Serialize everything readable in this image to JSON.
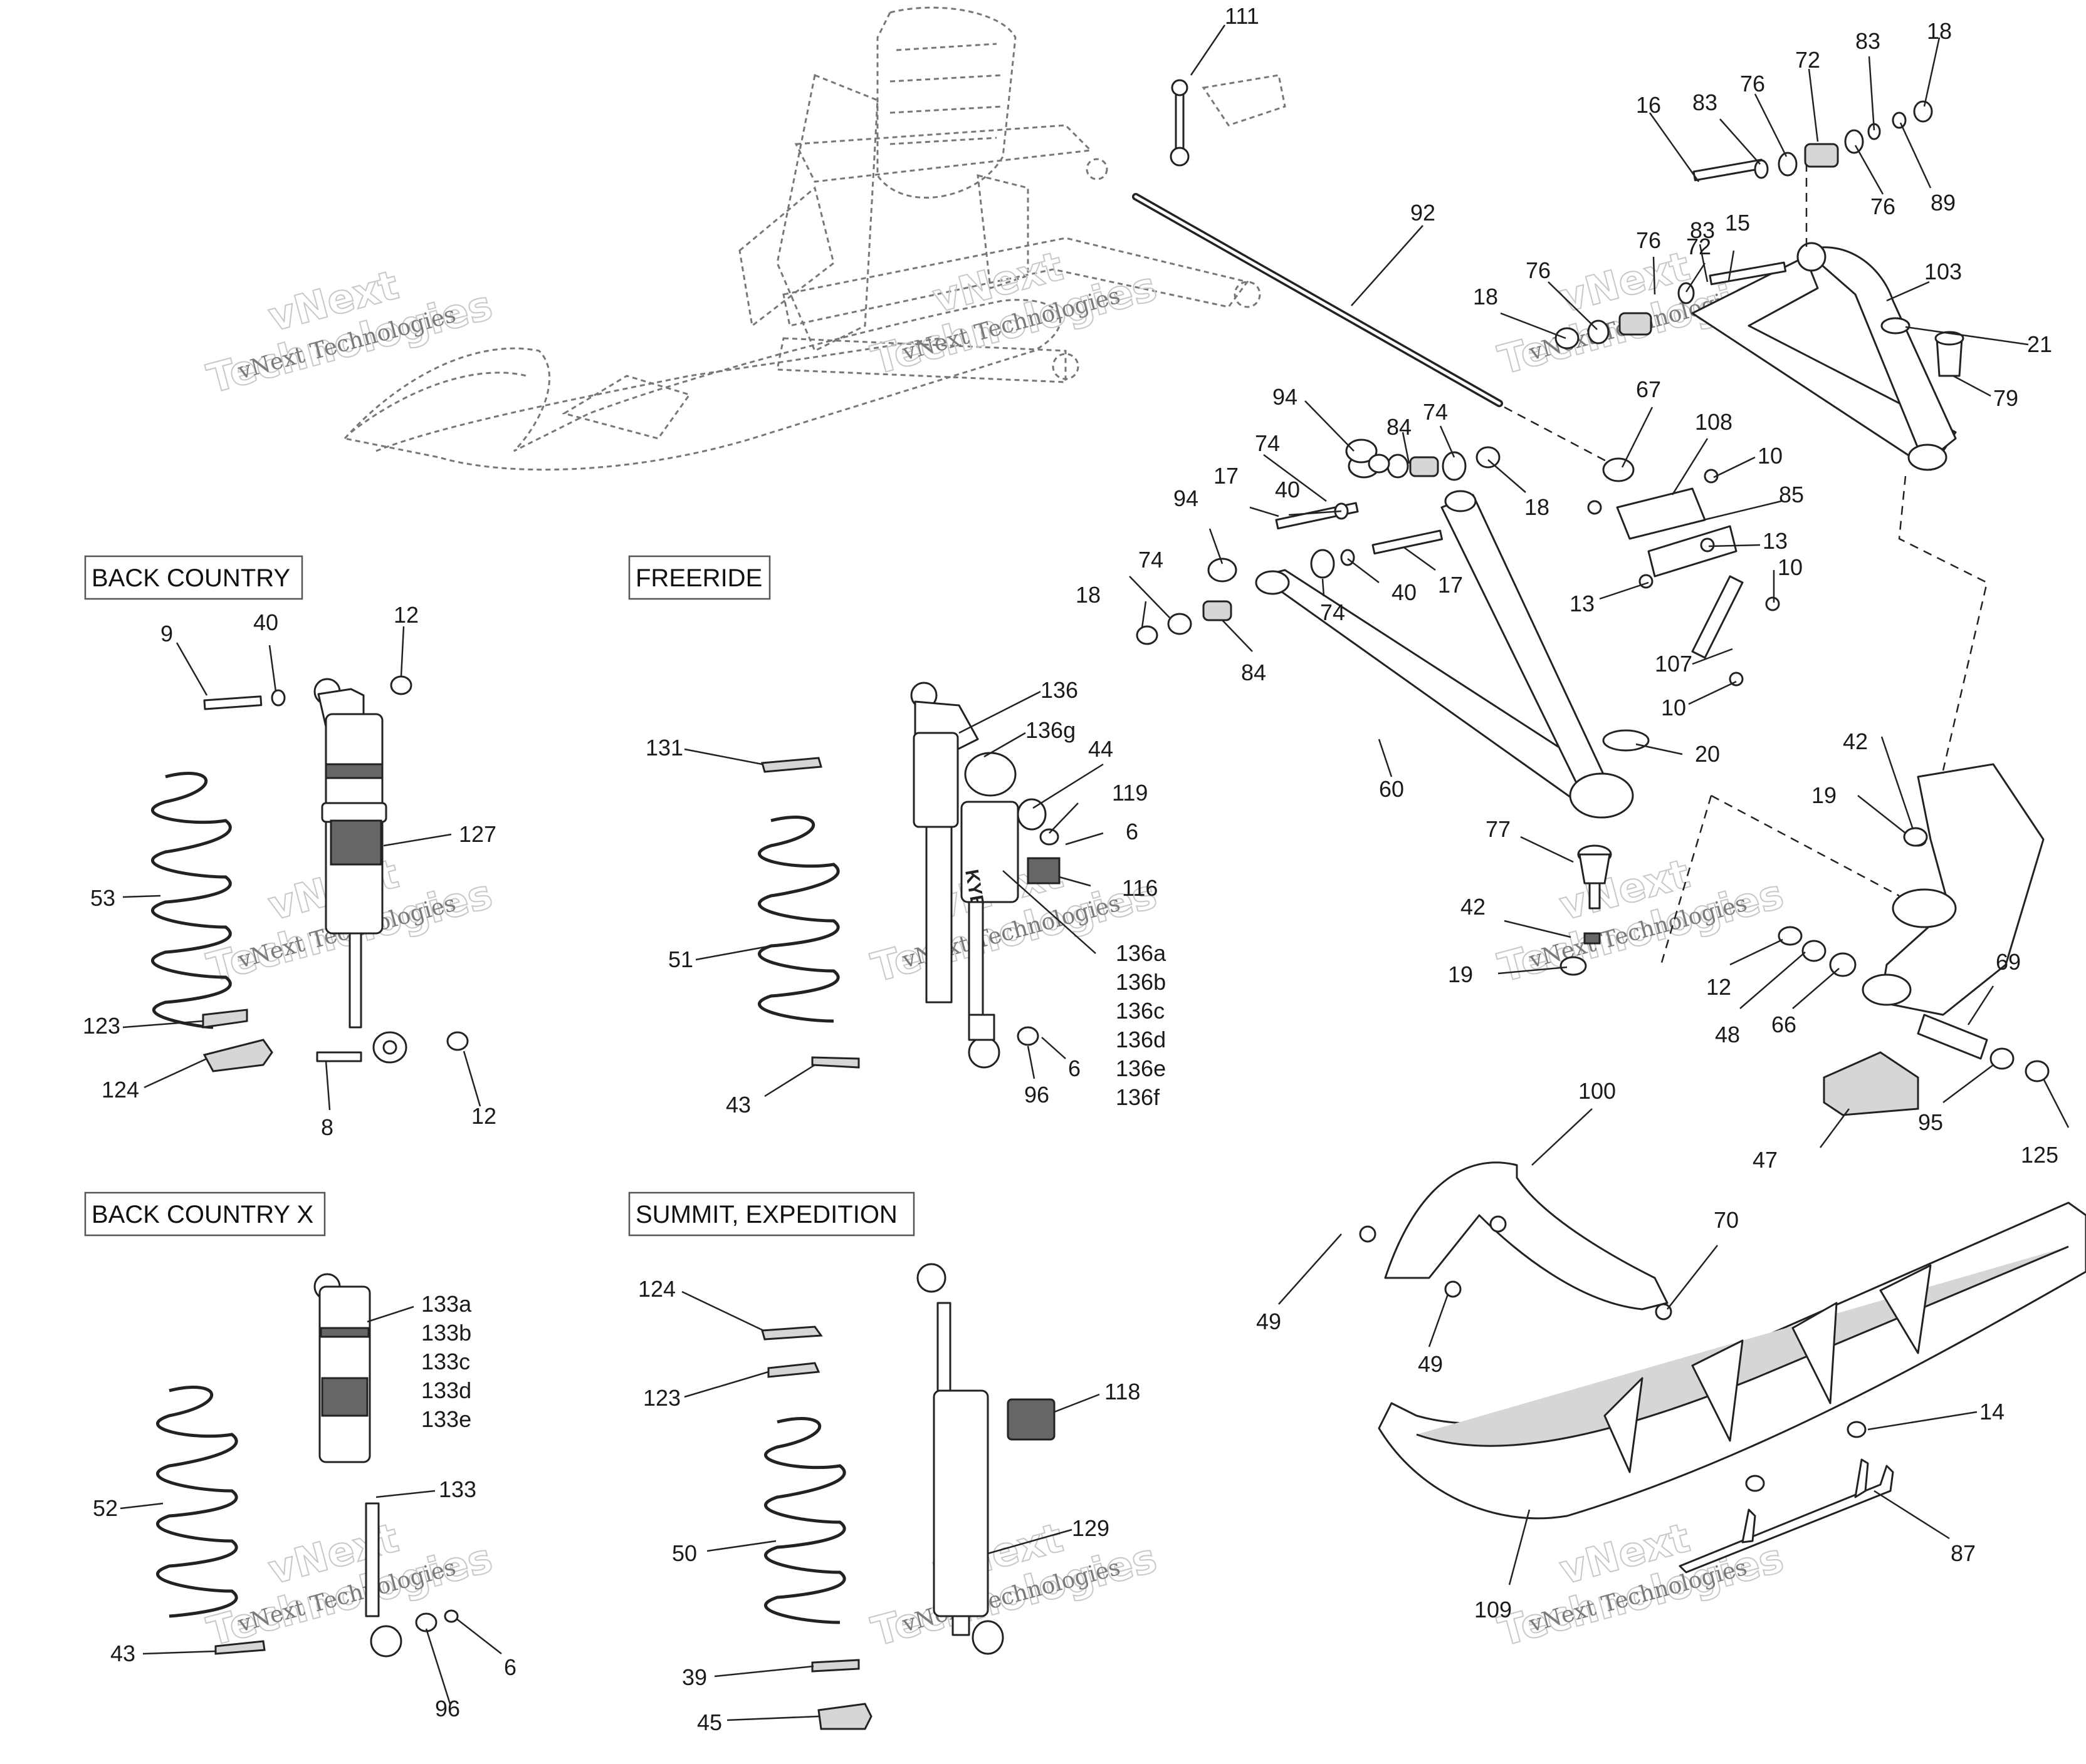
{
  "sections": [
    {
      "id": "back-country",
      "title": "BACK COUNTRY"
    },
    {
      "id": "freeride",
      "title": "FREERIDE"
    },
    {
      "id": "back-country-x",
      "title": "BACK COUNTRY X"
    },
    {
      "id": "summit-expedition",
      "title": "SUMMIT, EXPEDITION"
    }
  ],
  "watermark": {
    "line1": "vNext",
    "line2": "Technologies",
    "caption": "vNext Technologies"
  },
  "callouts": {
    "top_right": [
      "111",
      "92",
      "16",
      "83",
      "76",
      "72",
      "83",
      "18",
      "76",
      "89",
      "72",
      "76",
      "83",
      "15",
      "103",
      "18",
      "76",
      "21",
      "79",
      "67",
      "108",
      "10",
      "85",
      "13",
      "13",
      "10",
      "107",
      "10",
      "20",
      "94",
      "84",
      "74",
      "74",
      "18",
      "17",
      "40",
      "94",
      "17",
      "40",
      "74",
      "74",
      "18",
      "84",
      "60",
      "77",
      "42",
      "19",
      "42",
      "19",
      "12",
      "48",
      "66",
      "69",
      "95",
      "125",
      "47"
    ],
    "back_country": [
      "9",
      "40",
      "12",
      "127",
      "53",
      "123",
      "124",
      "8",
      "12"
    ],
    "freeride": [
      "136",
      "136g",
      "131",
      "44",
      "119",
      "6",
      "116",
      "51",
      "136a",
      "136b",
      "136c",
      "136d",
      "136e",
      "136f",
      "43",
      "96",
      "6"
    ],
    "bottom_right": [
      "100",
      "70",
      "49",
      "49",
      "14",
      "87",
      "109"
    ],
    "back_country_x": [
      "133a",
      "133b",
      "133c",
      "133d",
      "133e",
      "133",
      "52",
      "43",
      "96",
      "6"
    ],
    "summit_expedition": [
      "124",
      "123",
      "118",
      "129",
      "50",
      "39",
      "45"
    ]
  },
  "shock_brand": "KYB"
}
